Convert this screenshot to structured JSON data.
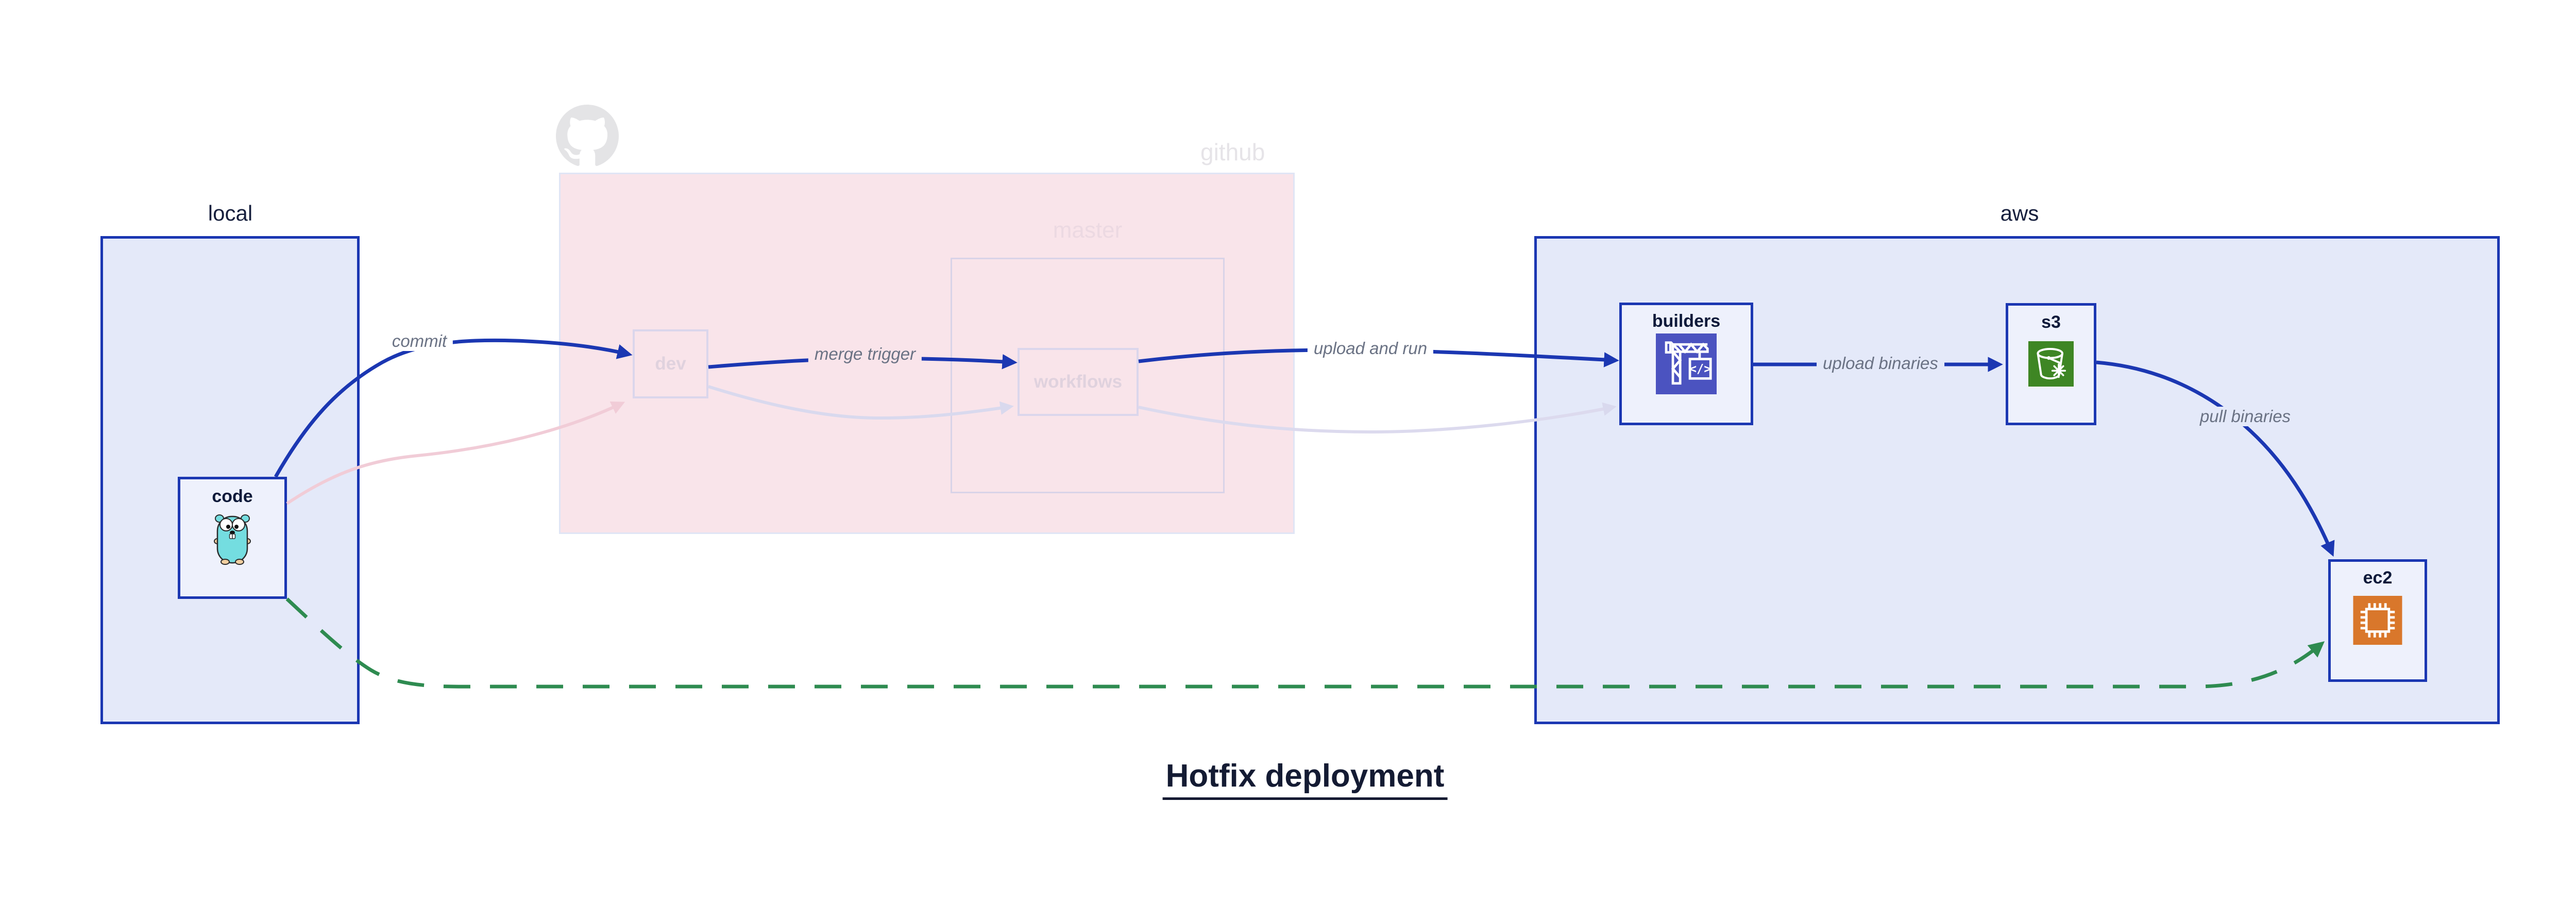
{
  "title": {
    "text": "Hotfix deployment"
  },
  "regions": {
    "local": {
      "label": "local"
    },
    "github": {
      "label": "github"
    },
    "master": {
      "label": "master"
    },
    "aws": {
      "label": "aws"
    }
  },
  "nodes": {
    "code": {
      "label": "code",
      "icon": "go-gopher-icon"
    },
    "dev": {
      "label": "dev"
    },
    "workflows": {
      "label": "workflows"
    },
    "builders": {
      "label": "builders",
      "icon": "aws-codebuild-icon"
    },
    "s3": {
      "label": "s3",
      "icon": "aws-s3-bucket-icon"
    },
    "ec2": {
      "label": "ec2",
      "icon": "aws-ec2-chip-icon"
    }
  },
  "edges": {
    "commit": {
      "label": "commit",
      "from": "code",
      "to": "dev",
      "style": "solid-blue"
    },
    "merge_trigger": {
      "label": "merge trigger",
      "from": "dev",
      "to": "workflows",
      "style": "solid-blue"
    },
    "upload_and_run": {
      "label": "upload and run",
      "from": "workflows",
      "to": "builders",
      "style": "solid-blue"
    },
    "upload_binaries": {
      "label": "upload binaries",
      "from": "builders",
      "to": "s3",
      "style": "solid-blue"
    },
    "pull_binaries": {
      "label": "pull binaries",
      "from": "s3",
      "to": "ec2",
      "style": "solid-blue"
    },
    "hotfix_path": {
      "label": "",
      "from": "code",
      "to": "ec2",
      "style": "dashed-green"
    },
    "ghost_code_dev": {
      "label": "",
      "from": "code",
      "to": "dev",
      "style": "faded-pink"
    },
    "ghost_dev_workflows": {
      "label": "",
      "from": "dev",
      "to": "workflows",
      "style": "faded-lavender"
    },
    "ghost_workflows_build": {
      "label": "",
      "from": "workflows",
      "to": "builders",
      "style": "faded-lavender"
    }
  },
  "icons": {
    "octocat": "github-octocat-icon",
    "codebuild_glyph": "</>"
  },
  "colors": {
    "accent_blue": "#1b37b2",
    "region_fill_blue": "#e4e9f9",
    "node_fill": "#eef1fc",
    "github_region_fill": "#f9e4ea",
    "ghost_border": "#dbd6ec",
    "ghost_pink_edge": "#f1ccd7",
    "ghost_lavender_edge": "#d9d9ee",
    "hotfix_green": "#2e8b50",
    "edge_label_gray": "#6a7284",
    "title_color": "#141b33",
    "octocat_gray": "#e4e4e6",
    "codebuild_icon_bg": "#4b53c0",
    "s3_icon_bg": "#3e8624",
    "ec2_icon_bg": "#d9772b",
    "gopher_body": "#74dde0"
  }
}
